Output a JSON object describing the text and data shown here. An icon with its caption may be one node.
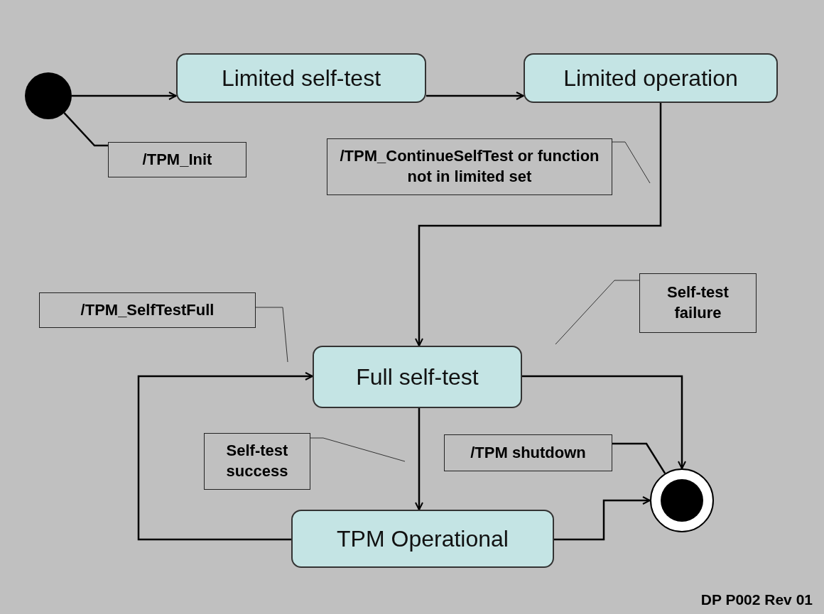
{
  "diagram": {
    "nodes": [
      {
        "text": [],
        "shape": "circle"
      },
      {
        "text": [
          "Limited self-test"
        ]
      },
      {
        "text": [
          "Limited operation"
        ]
      },
      {
        "text": [
          "Full self-test"
        ]
      },
      {
        "text": [
          "TPM Operational"
        ]
      },
      {
        "text": [],
        "shape": "circle"
      },
      {
        "text": [
          "/TPM_Init"
        ]
      },
      {
        "text": [
          "/TPM_ContinueSelfTest or function not in limited set"
        ]
      },
      {
        "text": [
          "/TPM_SelfTestFull"
        ]
      },
      {
        "text": [
          "Self-test failure"
        ]
      },
      {
        "text": [
          "Self-test success"
        ]
      },
      {
        "text": [
          "/TPM shutdown"
        ]
      }
    ],
    "edges": [
      {
        "from": 0,
        "to": 1,
        "arrow": "to"
      },
      {
        "from": 1,
        "to": 2,
        "arrow": "to"
      },
      {
        "from": 2,
        "to": 3,
        "arrow": "to"
      },
      {
        "from": 4,
        "to": 3,
        "arrow": "to"
      },
      {
        "from": 3,
        "to": 4,
        "arrow": "to"
      },
      {
        "from": 3,
        "to": 5,
        "arrow": "to"
      },
      {
        "from": 4,
        "to": 5,
        "arrow": "to"
      },
      {
        "from": 6,
        "to": 0,
        "arrow": "none"
      },
      {
        "from": 7,
        "to": null,
        "arrow": "none"
      },
      {
        "from": 8,
        "to": null,
        "arrow": "none"
      },
      {
        "from": 9,
        "to": null,
        "arrow": "none"
      },
      {
        "from": 10,
        "to": null,
        "arrow": "none"
      },
      {
        "from": 11,
        "to": 5,
        "arrow": "none"
      }
    ],
    "labels": [
      "DP P002 Rev 01"
    ]
  }
}
